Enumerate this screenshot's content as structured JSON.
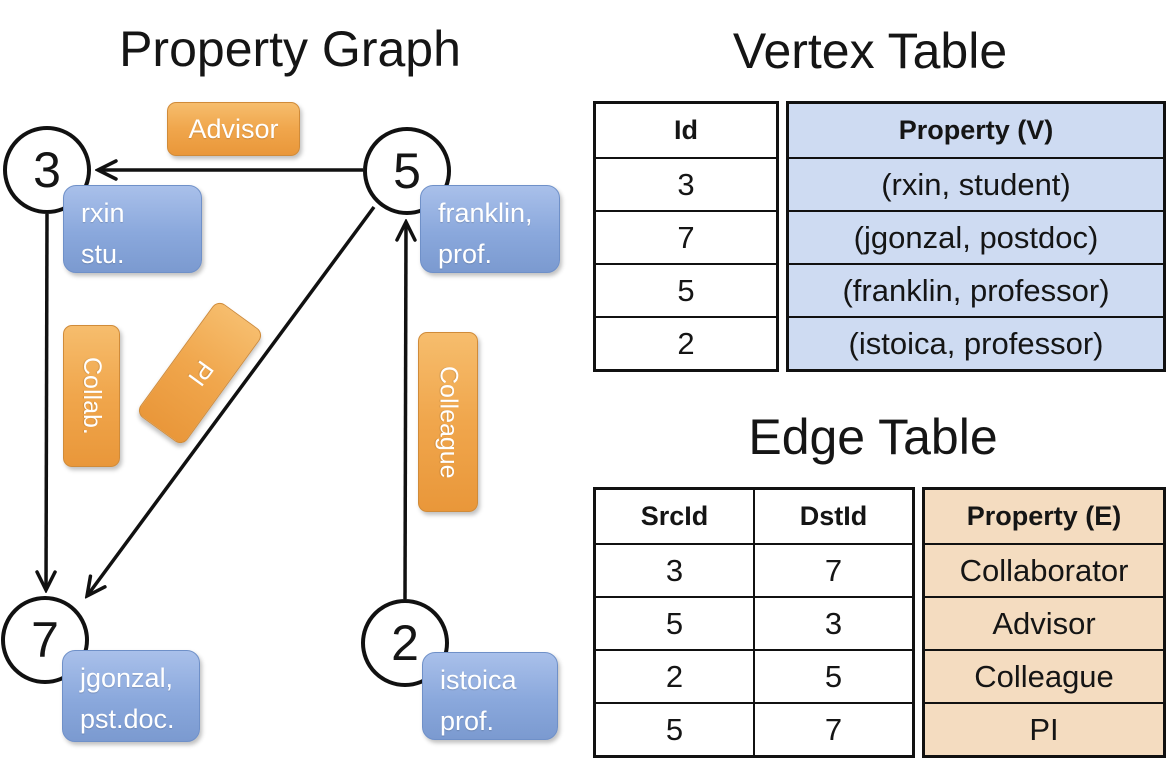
{
  "graph": {
    "title": "Property Graph",
    "vertices": [
      {
        "id": "3",
        "label": "rxin\nstu."
      },
      {
        "id": "5",
        "label": "franklin,\nprof."
      },
      {
        "id": "7",
        "label": "jgonzal,\npst.doc."
      },
      {
        "id": "2",
        "label": "istoica\nprof."
      }
    ],
    "edge_labels": {
      "advisor": "Advisor",
      "collab": "Collab.",
      "pi": "PI",
      "colleague": "Colleague"
    }
  },
  "vertex_table": {
    "title": "Vertex Table",
    "columns": {
      "id": "Id",
      "property": "Property (V)"
    },
    "rows": [
      {
        "id": "3",
        "property": "(rxin, student)"
      },
      {
        "id": "7",
        "property": "(jgonzal, postdoc)"
      },
      {
        "id": "5",
        "property": "(franklin, professor)"
      },
      {
        "id": "2",
        "property": "(istoica, professor)"
      }
    ]
  },
  "edge_table": {
    "title": "Edge Table",
    "columns": {
      "src": "SrcId",
      "dst": "DstId",
      "property": "Property (E)"
    },
    "rows": [
      {
        "src": "3",
        "dst": "7",
        "property": "Collaborator"
      },
      {
        "src": "5",
        "dst": "3",
        "property": "Advisor"
      },
      {
        "src": "2",
        "dst": "5",
        "property": "Colleague"
      },
      {
        "src": "5",
        "dst": "7",
        "property": "PI"
      }
    ]
  },
  "colors": {
    "edge_label_orange": "#EC9F44",
    "vertex_label_blue": "#84A3D8",
    "vertex_table_fill": "#CEDBF2",
    "edge_table_fill": "#F4DCC0",
    "line_black": "#111111"
  }
}
